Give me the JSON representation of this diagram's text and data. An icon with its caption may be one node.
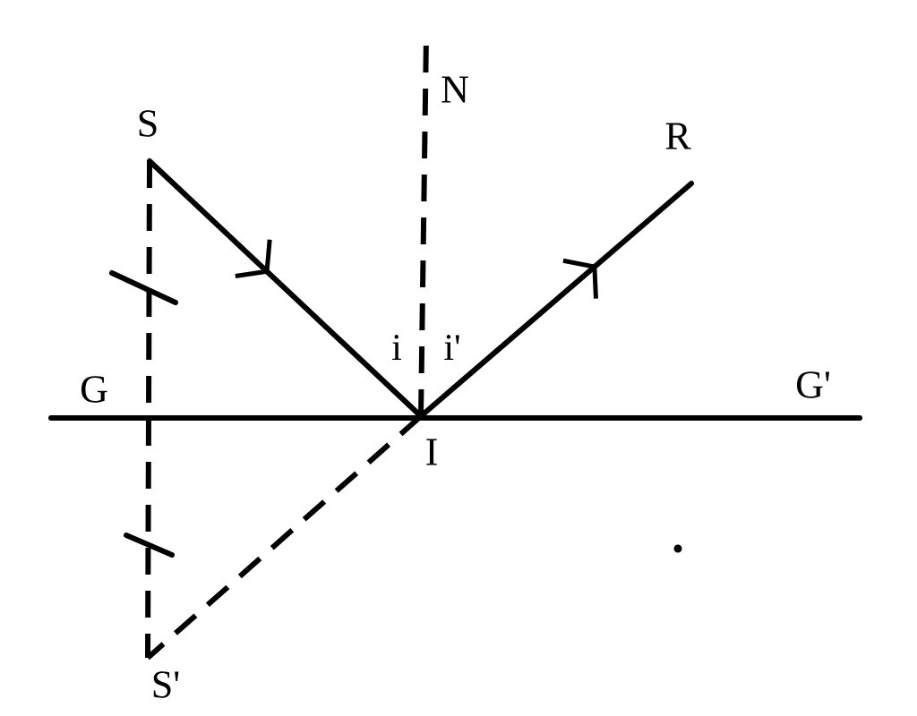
{
  "diagram": {
    "nodes": [
      {
        "text": [
          "N"
        ]
      },
      {
        "text": [
          "S"
        ]
      },
      {
        "text": [
          "R"
        ]
      },
      {
        "text": [
          "G"
        ]
      },
      {
        "text": [
          "G'"
        ]
      },
      {
        "text": [
          "I"
        ]
      },
      {
        "text": [
          "S'"
        ]
      }
    ],
    "edges": [
      {
        "from": 1,
        "to": 5,
        "arrow": "to"
      },
      {
        "from": 5,
        "to": 2,
        "arrow": "to"
      },
      {
        "from": 5,
        "to": 0,
        "arrow": "none",
        "style": "dashed"
      },
      {
        "from": 3,
        "to": 4,
        "arrow": "none"
      },
      {
        "from": 1,
        "to": 6,
        "arrow": "none",
        "style": "dashed"
      },
      {
        "from": 5,
        "to": 6,
        "arrow": "none",
        "style": "dashed"
      }
    ],
    "labels": [
      "i",
      "i'"
    ]
  }
}
